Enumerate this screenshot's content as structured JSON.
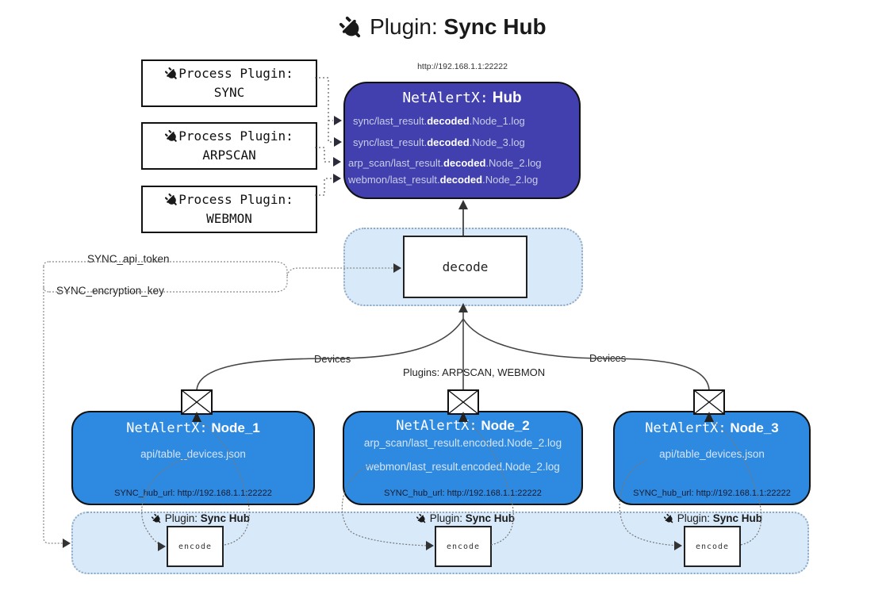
{
  "title": {
    "label": "Plugin:",
    "name": "Sync Hub"
  },
  "hub": {
    "url": "http://192.168.1.1:22222",
    "app": "NetAlertX:",
    "name": "Hub",
    "logs": [
      {
        "pre": "sync/last_result.",
        "bold": "decoded",
        "post": ".Node_1.log"
      },
      {
        "pre": "sync/last_result.",
        "bold": "decoded",
        "post": ".Node_3.log"
      },
      {
        "pre": "arp_scan/last_result.",
        "bold": "decoded",
        "post": ".Node_2.log"
      },
      {
        "pre": "webmon/last_result.",
        "bold": "decoded",
        "post": ".Node_2.log"
      }
    ]
  },
  "process_plugins": [
    {
      "label": "Process Plugin:",
      "name": "SYNC"
    },
    {
      "label": "Process Plugin:",
      "name": "ARPSCAN"
    },
    {
      "label": "Process Plugin:",
      "name": "WEBMON"
    }
  ],
  "decode_label": "decode",
  "settings": {
    "api_token": "SYNC_api_token",
    "encryption_key": "SYNC_encryption_key"
  },
  "edge_labels": {
    "left": "Devices",
    "middle": "Plugins: ARPSCAN, WEBMON",
    "right": "Devices"
  },
  "nodes": [
    {
      "app": "NetAlertX:",
      "name": "Node_1",
      "files": [
        "api/table_devices.json"
      ],
      "hub_url": "SYNC_hub_url: http://192.168.1.1:22222"
    },
    {
      "app": "NetAlertX:",
      "name": "Node_2",
      "files": [
        "arp_scan/last_result.encoded.Node_2.log",
        "webmon/last_result.encoded.Node_2.log"
      ],
      "hub_url": "SYNC_hub_url: http://192.168.1.1:22222"
    },
    {
      "app": "NetAlertX:",
      "name": "Node_3",
      "files": [
        "api/table_devices.json"
      ],
      "hub_url": "SYNC_hub_url: http://192.168.1.1:22222"
    }
  ],
  "encode": {
    "plugin_label": "Plugin:",
    "plugin_name": "Sync Hub",
    "box_label": "encode"
  },
  "colors": {
    "hub_fill": "#4140ae",
    "node_fill": "#2e8ae0",
    "container_fill": "#d8e9f9",
    "line_dark": "#333333"
  }
}
